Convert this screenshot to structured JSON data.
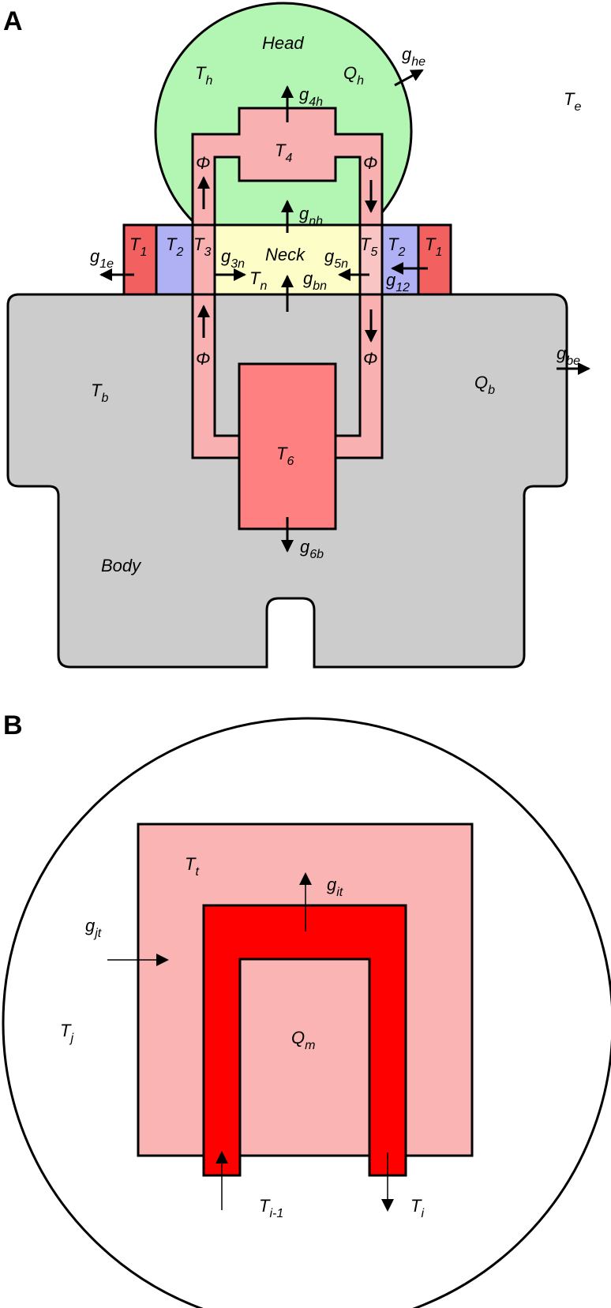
{
  "panel_a": {
    "letter": "A",
    "head": "Head",
    "neck": "Neck",
    "body": "Body",
    "t_h": "T",
    "t_h_sub": "h",
    "q_h": "Q",
    "q_h_sub": "h",
    "g_he": "g",
    "g_he_sub": "he",
    "t_e": "T",
    "t_e_sub": "e",
    "g_4h": "g",
    "g_4h_sub": "4h",
    "t_4": "T",
    "t_4_sub": "4",
    "phi": "Φ",
    "g_nh": "g",
    "g_nh_sub": "nh",
    "t_1": "T",
    "t_1_sub": "1",
    "t_2": "T",
    "t_2_sub": "2",
    "t_3": "T",
    "t_3_sub": "3",
    "t_5": "T",
    "t_5_sub": "5",
    "g_1e": "g",
    "g_1e_sub": "1e",
    "g_3n": "g",
    "g_3n_sub": "3n",
    "t_n": "T",
    "t_n_sub": "n",
    "g_bn": "g",
    "g_bn_sub": "bn",
    "g_5n": "g",
    "g_5n_sub": "5n",
    "g_12": "g",
    "g_12_sub": "12",
    "g_be": "g",
    "g_be_sub": "be",
    "t_b": "T",
    "t_b_sub": "b",
    "q_b": "Q",
    "q_b_sub": "b",
    "t_6": "T",
    "t_6_sub": "6",
    "g_6b": "g",
    "g_6b_sub": "6b"
  },
  "panel_b": {
    "letter": "B",
    "t_t": "T",
    "t_t_sub": "t",
    "g_it": "g",
    "g_it_sub": "it",
    "g_jt": "g",
    "g_jt_sub": "jt",
    "t_j": "T",
    "t_j_sub": "j",
    "q_m": "Q",
    "q_m_sub": "m",
    "t_i_minus_1": "T",
    "t_i_minus_1_sub": "i-1",
    "t_i": "T",
    "t_i_sub": "i"
  },
  "colors": {
    "head_green": "#b3f5b3",
    "neck_yellow": "#fdfdc8",
    "body_gray": "#cccccc",
    "pink_vessel": "#f9b0b0",
    "salmon_core": "#ff8080",
    "red_t1": "#f36060",
    "blue_t2": "#b0b0f5",
    "t5_light": "#f8c4c4",
    "tissue_pink": "#fbb4b4",
    "vessel_red": "#ff0000"
  }
}
